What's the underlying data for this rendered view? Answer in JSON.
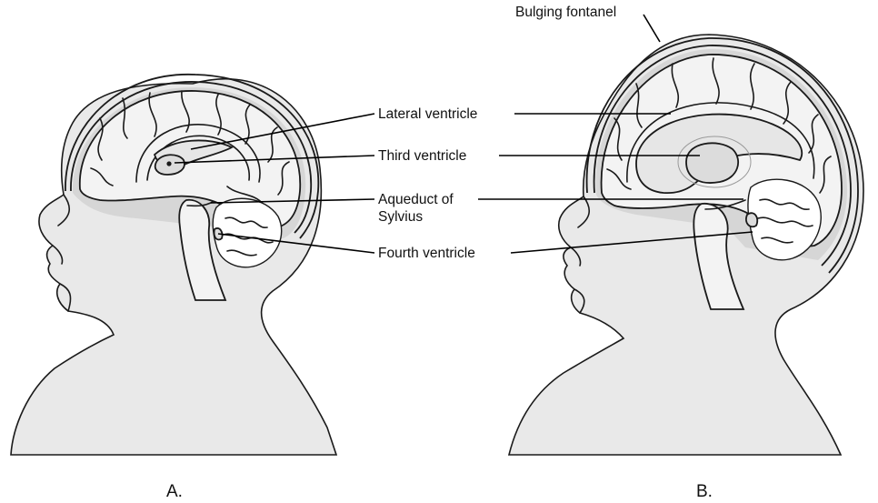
{
  "labels": {
    "lateral_ventricle": "Lateral ventricle",
    "third_ventricle": "Third ventricle",
    "aqueduct_line1": "Aqueduct of",
    "aqueduct_line2": "Sylvius",
    "fourth_ventricle": "Fourth ventricle",
    "bulging_fontanel": "Bulging fontanel"
  },
  "captions": {
    "a": "A.",
    "b": "B."
  }
}
